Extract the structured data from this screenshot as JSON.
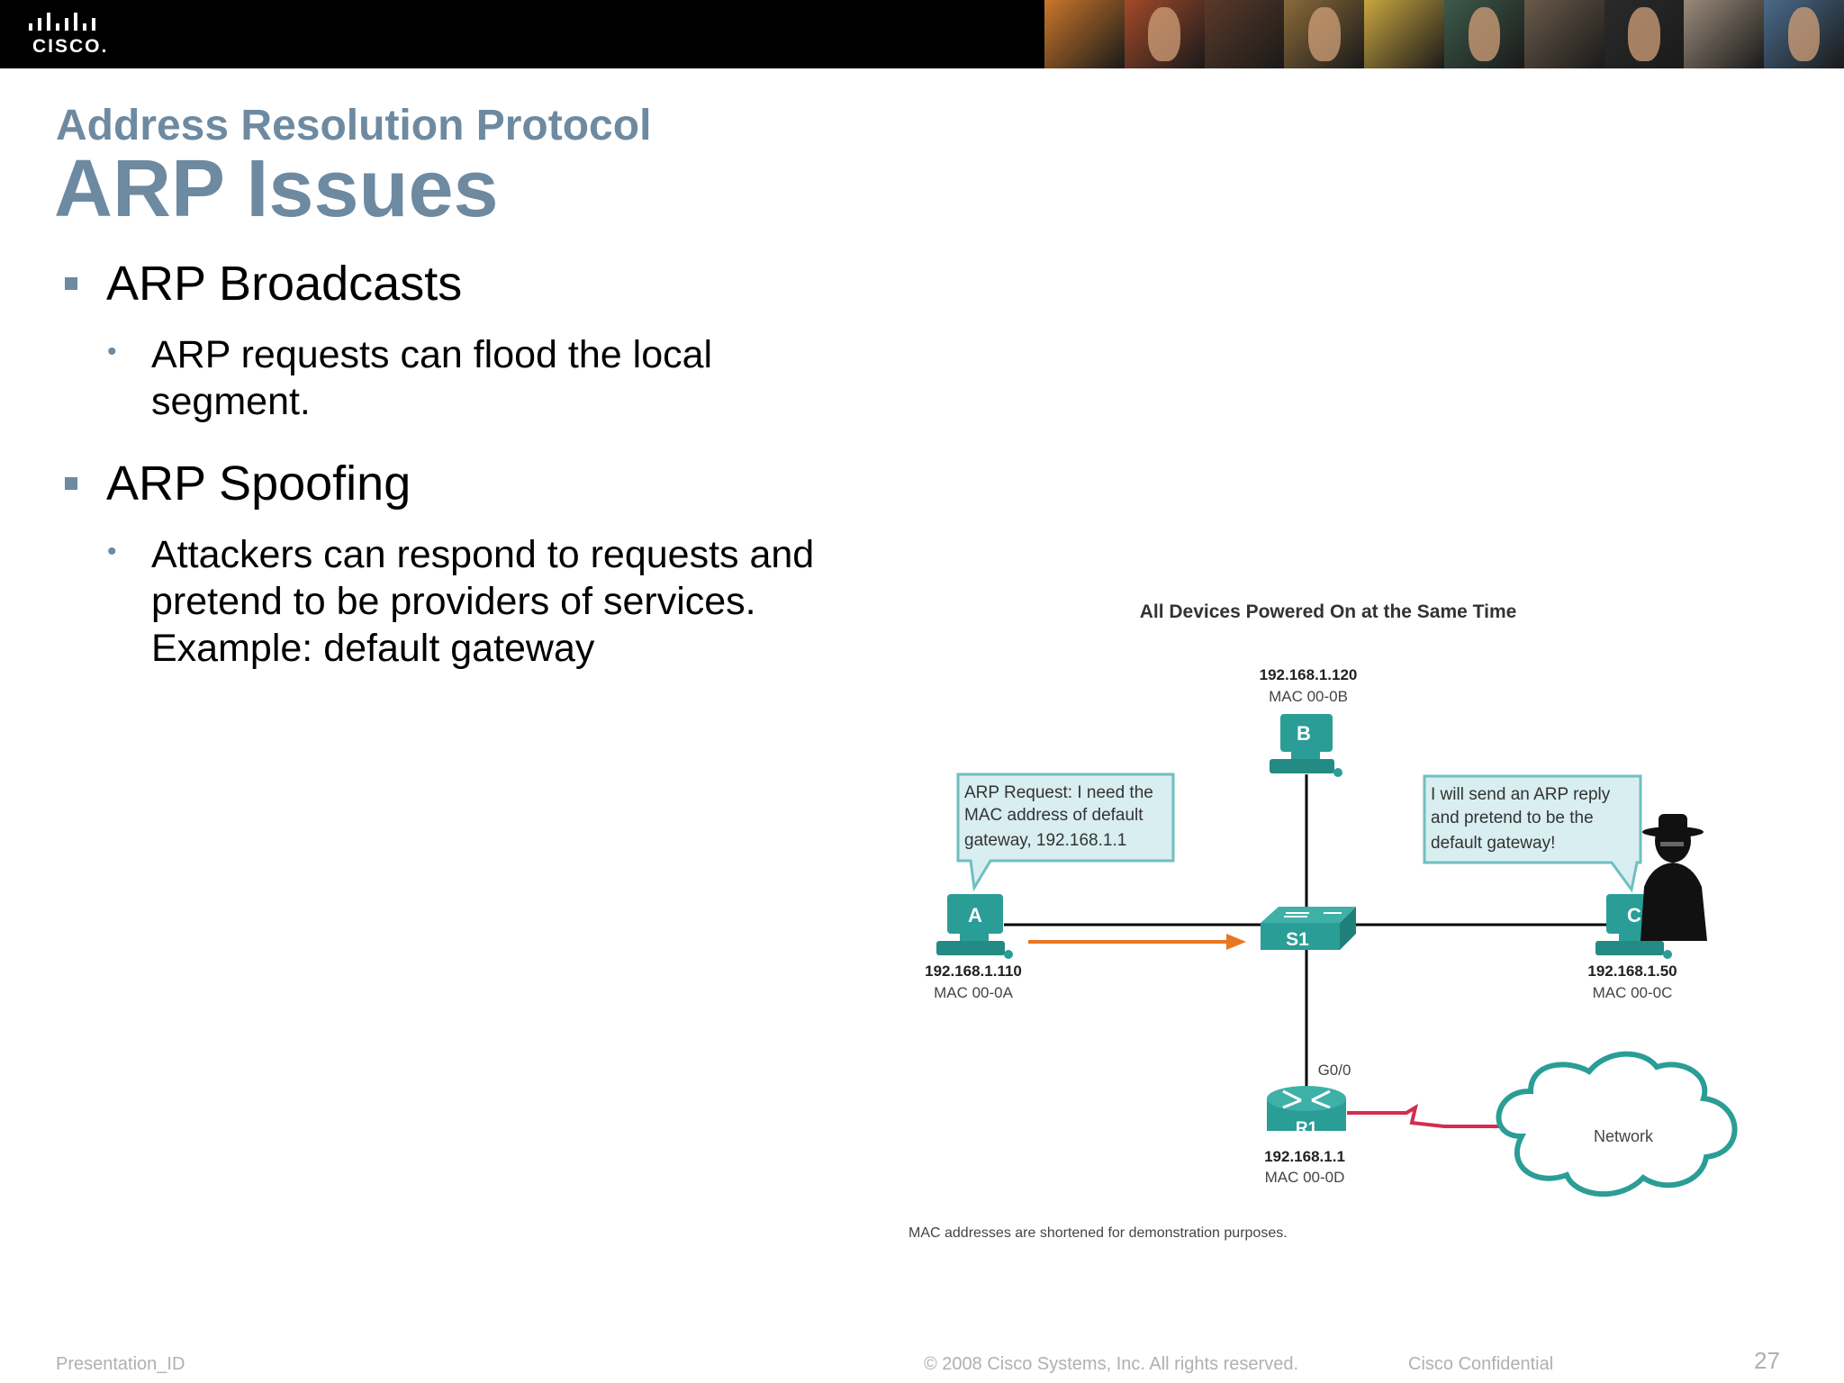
{
  "header": {
    "logo_text": "CISCO.",
    "photo_colors": [
      "#c9762a",
      "#a24a2a",
      "#5a3a28",
      "#8a6a3a",
      "#c9a640",
      "#3c5a4a",
      "#6a5a4a",
      "#2a2a2a",
      "#9a8a7a",
      "#4a6a8a"
    ]
  },
  "slide": {
    "subtitle": "Address Resolution Protocol",
    "title": "ARP Issues",
    "bullets": [
      {
        "label": "ARP Broadcasts",
        "sub": [
          "ARP requests can flood the local",
          "segment."
        ]
      },
      {
        "label": "ARP Spoofing",
        "sub": [
          "Attackers can respond to requests and",
          "pretend to be providers of services.",
          "Example: default gateway"
        ]
      }
    ]
  },
  "diagram": {
    "title": "All Devices Powered On at the Same Time",
    "pc_b": {
      "ip": "192.168.1.120",
      "mac": "MAC 00-0B",
      "letter": "B"
    },
    "pc_a": {
      "ip": "192.168.1.110",
      "mac": "MAC 00-0A",
      "letter": "A"
    },
    "pc_c": {
      "ip": "192.168.1.50",
      "mac": "MAC 00-0C",
      "letter": "C"
    },
    "switch": {
      "label": "S1"
    },
    "router": {
      "label": "R1",
      "port": "G0/0",
      "ip": "192.168.1.1",
      "mac": "MAC 00-0D"
    },
    "cloud": {
      "label": "Network"
    },
    "callout_a": [
      "ARP Request: I need the",
      "MAC address of default",
      "gateway, 192.168.1.1"
    ],
    "callout_c": [
      "I will send an ARP reply",
      "and pretend to be the",
      "default gateway!"
    ],
    "note": "MAC addresses are shortened for demonstration purposes.",
    "colors": {
      "device": "#2a9d96",
      "link": "#000000",
      "arrow": "#e87722",
      "serial": "#d22d4f",
      "callout_bg": "#d8eef0",
      "callout_border": "#6fbfc0"
    }
  },
  "footer": {
    "presentation_id": "Presentation_ID",
    "copyright": "© 2008 Cisco Systems, Inc. All rights reserved.",
    "confidential": "Cisco Confidential",
    "page": "27"
  }
}
